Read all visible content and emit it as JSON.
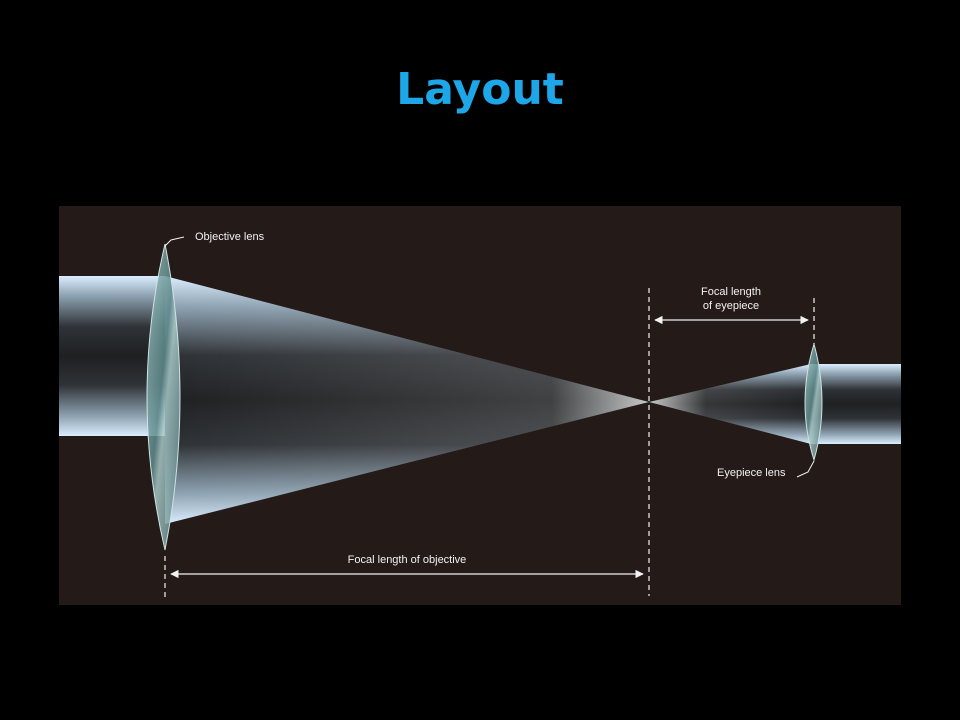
{
  "slide": {
    "title": "Layout"
  },
  "diagram": {
    "labels": {
      "objective_lens": "Objective lens",
      "eyepiece_lens": "Eyepiece lens",
      "focal_objective": "Focal length of objective",
      "focal_eyepiece_line1": "Focal length",
      "focal_eyepiece_line2": "of eyepiece"
    },
    "colors": {
      "title": "#1ea7e8",
      "panel_background": "#241a17",
      "beam_highlight": "#dbeeff",
      "lens_glass": "#7fa7a8",
      "annotation": "#f2f2f2"
    }
  }
}
